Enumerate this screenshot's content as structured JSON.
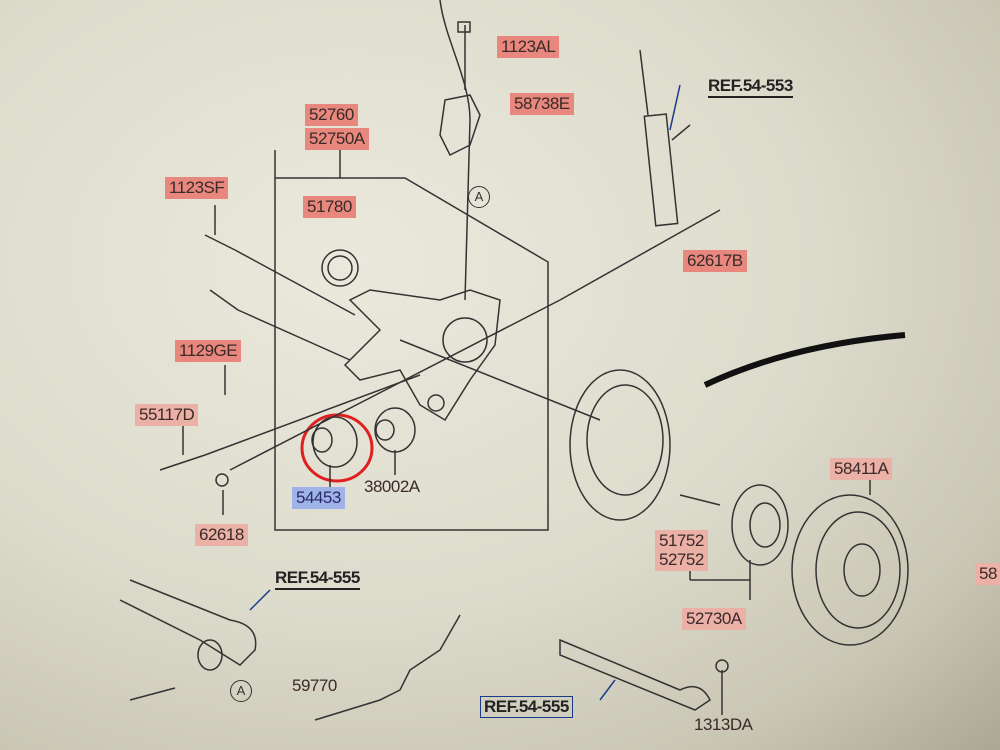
{
  "labels": {
    "p1123AL": "1123AL",
    "p58738E": "58738E",
    "p52760": "52760",
    "p52750A": "52750A",
    "p1123SF": "1123SF",
    "p51780": "51780",
    "p62617B": "62617B",
    "p1129GE": "1129GE",
    "p55117D": "55117D",
    "p54453": "54453",
    "p38002A": "38002A",
    "p62618": "62618",
    "p58411A": "58411A",
    "p51752": "51752",
    "p52752": "52752",
    "p52730A": "52730A",
    "p59770": "59770",
    "p1313DA": "1313DA",
    "p58cut": "58"
  },
  "refs": {
    "r1": "REF.54-553",
    "r2": "REF.54-555",
    "r3": "REF.54-555"
  },
  "markers": {
    "a": "A"
  },
  "colors": {
    "highlight_red": "#e8877d",
    "highlight_pink": "#ebb0a6",
    "highlight_blue": "#9fb3e8",
    "annotation_circle": "#e02020"
  }
}
